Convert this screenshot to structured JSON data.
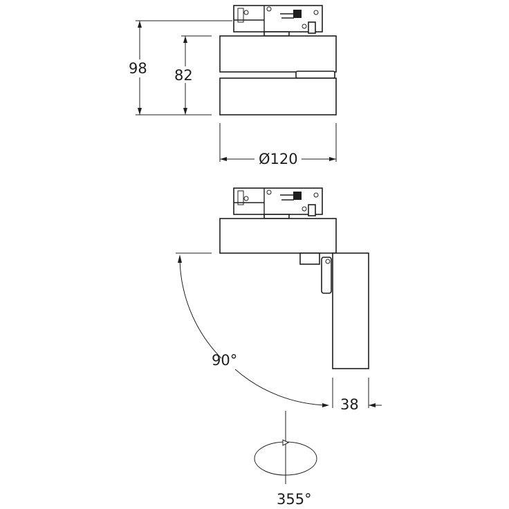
{
  "dimensions": {
    "total_height": "98",
    "body_height": "82",
    "diameter": "Ø120",
    "tilt_angle": "90°",
    "head_width": "38",
    "rotation_angle": "355°"
  },
  "colors": {
    "line": "#1e1e1e",
    "background": "#ffffff"
  }
}
